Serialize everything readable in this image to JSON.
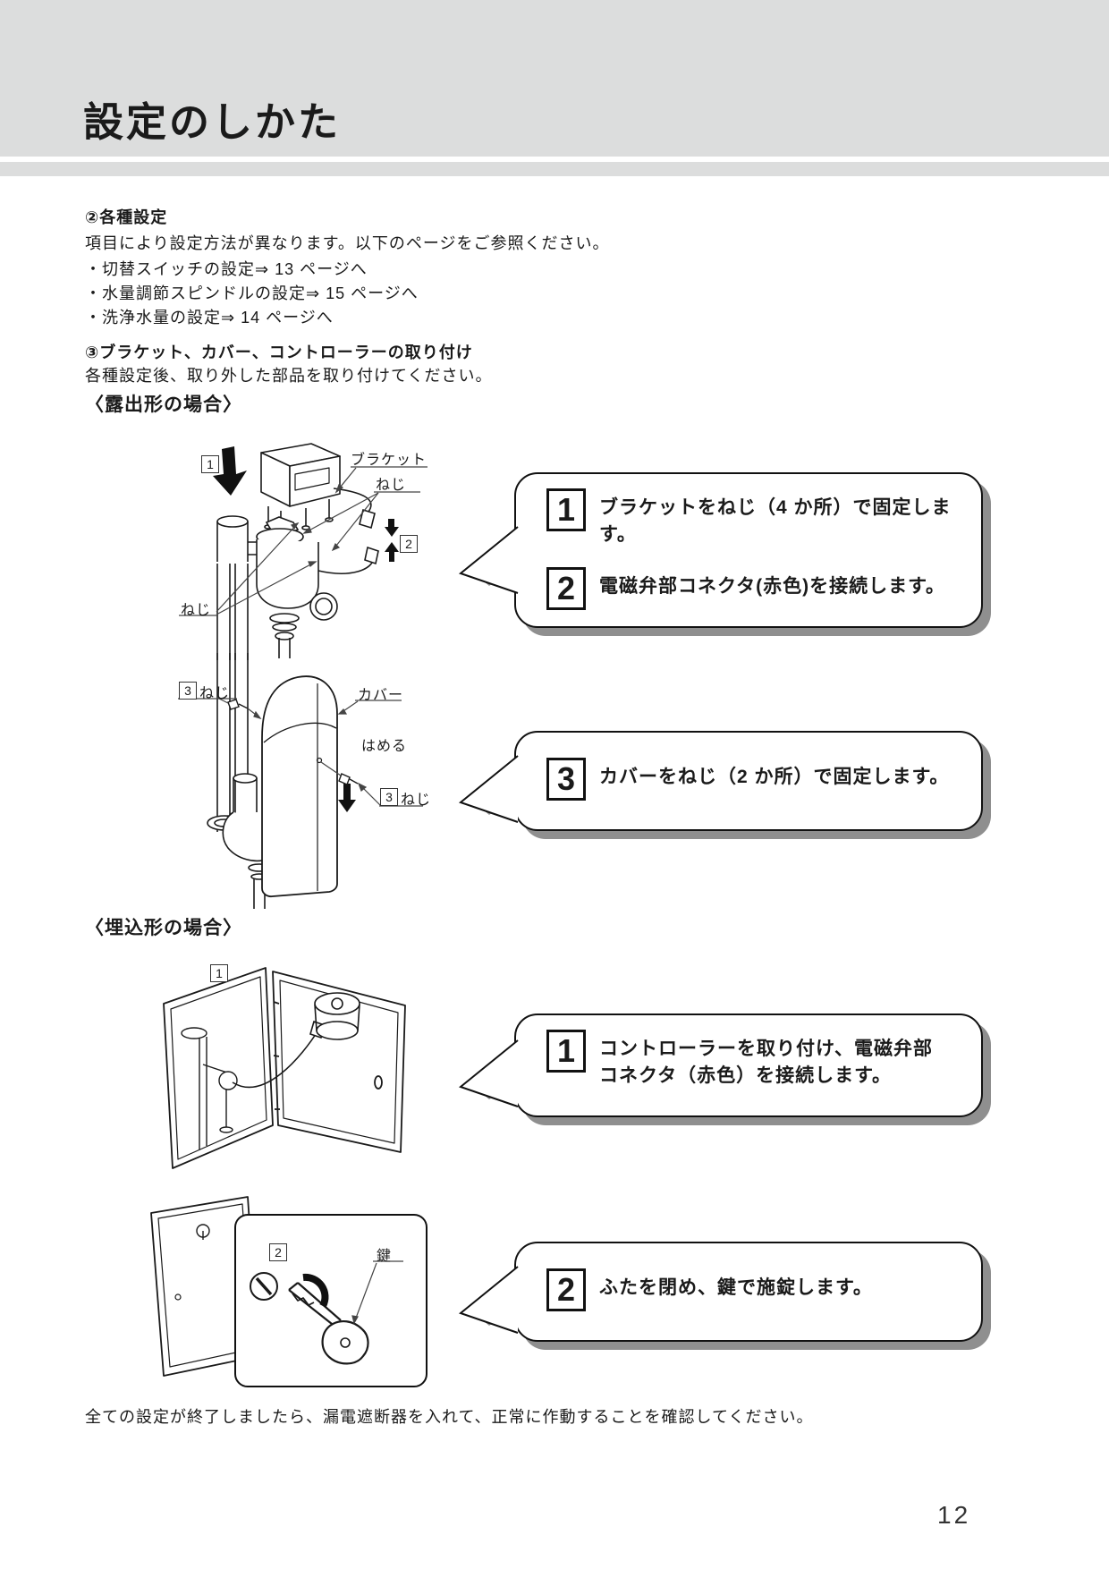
{
  "page": {
    "title": "設定のしかた",
    "page_number": "12",
    "footer_note": "全ての設定が終了しましたら、漏電遮断器を入れて、正常に作動することを確認してください。"
  },
  "settings_section": {
    "heading": "②各種設定",
    "intro": "項目により設定方法が異なります。以下のページをご参照ください。",
    "items": [
      "・切替スイッチの設定⇒ 13 ページへ",
      "・水量調節スピンドルの設定⇒ 15 ページへ",
      "・洗浄水量の設定⇒ 14 ページへ"
    ]
  },
  "install_section": {
    "heading": "③ブラケット、カバー、コントローラーの取り付け",
    "intro": "各種設定後、取り外した部品を取り付けてください。",
    "exposed": {
      "heading": "〈露出形の場合〉",
      "steps": [
        {
          "num": "1",
          "text": "ブラケットをねじ（4 か所）で固定します。"
        },
        {
          "num": "2",
          "text": "電磁弁部コネクタ(赤色)を接続します。"
        },
        {
          "num": "3",
          "text": "カバーをねじ（2 か所）で固定します。"
        }
      ],
      "diagram1": {
        "marker1": "1",
        "marker2": "2",
        "label_bracket": "ブラケット",
        "label_screw_top": "ねじ",
        "label_screw_left": "ねじ"
      },
      "diagram2": {
        "marker3": "3",
        "label_screw": "ねじ",
        "label_cover": "カバー",
        "label_fit": "はめる"
      }
    },
    "recessed": {
      "heading": "〈埋込形の場合〉",
      "steps": [
        {
          "num": "1",
          "text": "コントローラーを取り付け、電磁弁部コネクタ（赤色）を接続します。"
        },
        {
          "num": "2",
          "text": "ふたを閉め、鍵で施錠します。"
        }
      ],
      "diagram3": {
        "marker1": "1"
      },
      "diagram4": {
        "marker2": "2",
        "label_key": "鍵"
      }
    }
  }
}
